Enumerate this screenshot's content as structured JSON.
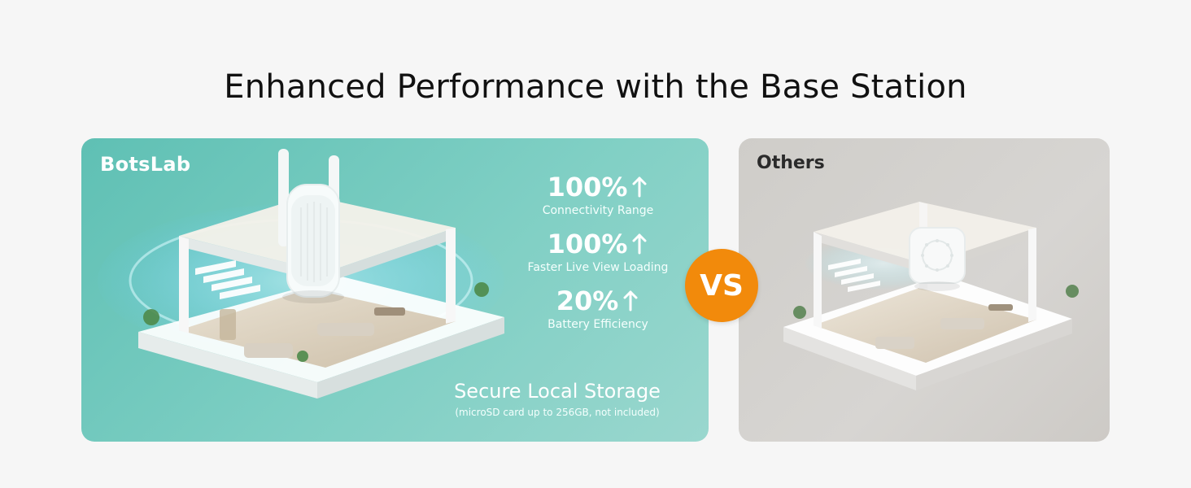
{
  "page": {
    "headline": "Enhanced Performance with the Base Station"
  },
  "left_panel": {
    "brand": "BotsLab",
    "stats": [
      {
        "value": "100%",
        "label": "Connectivity Range"
      },
      {
        "value": "100%",
        "label": "Faster Live View Loading"
      },
      {
        "value": "20%",
        "label": "Battery Efficiency"
      }
    ],
    "storage": {
      "title": "Secure Local Storage",
      "subtitle": "(microSD card up to 256GB, not included)"
    }
  },
  "vs_badge": {
    "label": "VS"
  },
  "right_panel": {
    "title": "Others"
  },
  "colors": {
    "left_panel_bg": "#6fc8bd",
    "right_panel_bg": "#d4d2cf",
    "vs_badge": "#f28a0b",
    "headline": "#111111",
    "white": "#ffffff"
  },
  "icons": {
    "up_arrow": "up-arrow-icon",
    "base_station": "base-station-icon",
    "router_hub": "router-hub-icon"
  }
}
